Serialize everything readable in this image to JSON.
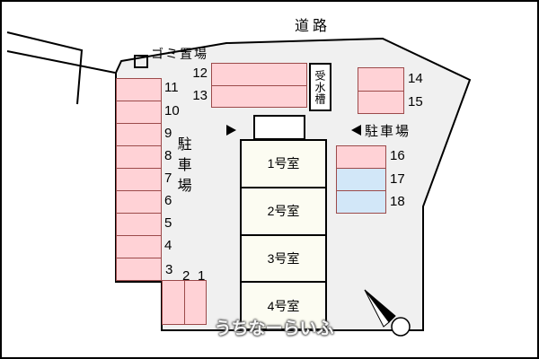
{
  "labels": {
    "road": "道路",
    "garbage": "ゴミ置場",
    "water_tank": "受水槽",
    "parking_left": "駐車場",
    "parking_right": "駐車場"
  },
  "building": {
    "rooms": [
      "1号室",
      "2号室",
      "3号室",
      "4号室"
    ]
  },
  "parking": {
    "left_column": [
      "11",
      "10",
      "9",
      "8",
      "7",
      "6",
      "5",
      "4",
      "3"
    ],
    "bottom_row": [
      "2",
      "1"
    ],
    "top_pair": [
      "12",
      "13"
    ],
    "upper_right_pair": [
      "14",
      "15"
    ],
    "right_stack": [
      "16",
      "17",
      "18"
    ]
  },
  "watermark": "うちなーらいふ",
  "colors": {
    "parking_pink": "#ffd2d6",
    "parking_blue": "#d2e7f8",
    "plot_fill": "#f0f0f0",
    "line": "#000000"
  },
  "icons": {
    "north_arrow": "north-arrow-icon",
    "direction_right": "arrow-right-icon",
    "direction_left": "arrow-left-icon"
  }
}
